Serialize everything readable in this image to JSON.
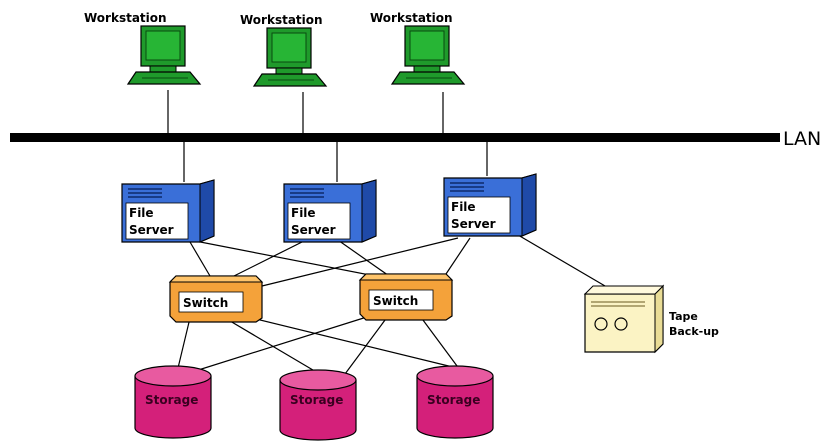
{
  "lan": {
    "label": "LAN"
  },
  "workstations": [
    {
      "label": "Workstation"
    },
    {
      "label": "Workstation"
    },
    {
      "label": "Workstation"
    }
  ],
  "file_servers": [
    {
      "line1": "File",
      "line2": "Server"
    },
    {
      "line1": "File",
      "line2": "Server"
    },
    {
      "line1": "File",
      "line2": "Server"
    }
  ],
  "switches": [
    {
      "label": "Switch"
    },
    {
      "label": "Switch"
    }
  ],
  "storage": [
    {
      "label": "Storage"
    },
    {
      "label": "Storage"
    },
    {
      "label": "Storage"
    }
  ],
  "tape": {
    "line1": "Tape",
    "line2": "Back-up"
  },
  "colors": {
    "workstation": "#1f9a2b",
    "server": "#3a6fd8",
    "switch": "#f4a23a",
    "storage": "#d4207a",
    "tape": "#fbf3c4"
  }
}
